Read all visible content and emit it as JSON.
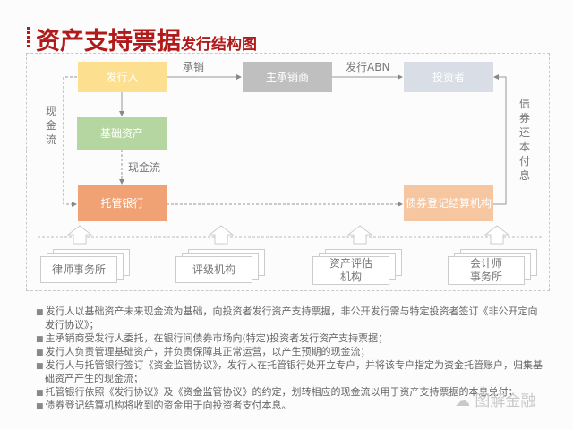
{
  "title": {
    "main": "资产支持票据",
    "sub": "发行结构图"
  },
  "nodes": {
    "issuer": "发行人",
    "lead_underwriter": "主承销商",
    "investor": "投资者",
    "underlying_assets": "基础资产",
    "custodian_bank": "托管银行",
    "clearing_house": "债券登记结算机构"
  },
  "edge_labels": {
    "underwrite": "承销",
    "issue_abn": "发行ABN",
    "cash_flow_left": "现金流",
    "cash_flow_mid": "现金流",
    "repayment": "债券还本付息"
  },
  "agencies": [
    {
      "line1": "律师事务所",
      "line2": ""
    },
    {
      "line1": "评级机构",
      "line2": ""
    },
    {
      "line1": "资产评估",
      "line2": "机构"
    },
    {
      "line1": "会计师",
      "line2": "事务所"
    }
  ],
  "bullets": [
    "发行人以基础资产未来现金流为基础，向投资者发行资产支持票据，非公开发行需与特定投资者签订《非公开定向发行协议》；",
    "主承销商受发行人委托，在银行间债券市场向(特定)投资者发行资产支持票据；",
    "发行人负责管理基础资产，并负责保障其正常运营，以产生预期的现金流；",
    "发行人与托管银行签订《资金监管协议》，发行人在托管银行处开立专户，并将该专户指定为资金托管账户，归集基础资产产生的现金流；",
    "托管银行依照《发行协议》及《资金监管协议》的约定，划转相应的现金流以用于资产支持票据的本息兑付；",
    "债券登记结算机构将收到的资金用于向投资者支付本息。"
  ],
  "watermark": "图解金融",
  "colors": {
    "title": "#b11a1a",
    "issuer": "#fde08f",
    "lead_underwriter": "#bfbfbf",
    "investor": "#d9dde6",
    "underlying_assets": "#b5d6a0",
    "custodian_bank": "#f0a274",
    "clearing_house": "#f6c6a0"
  }
}
